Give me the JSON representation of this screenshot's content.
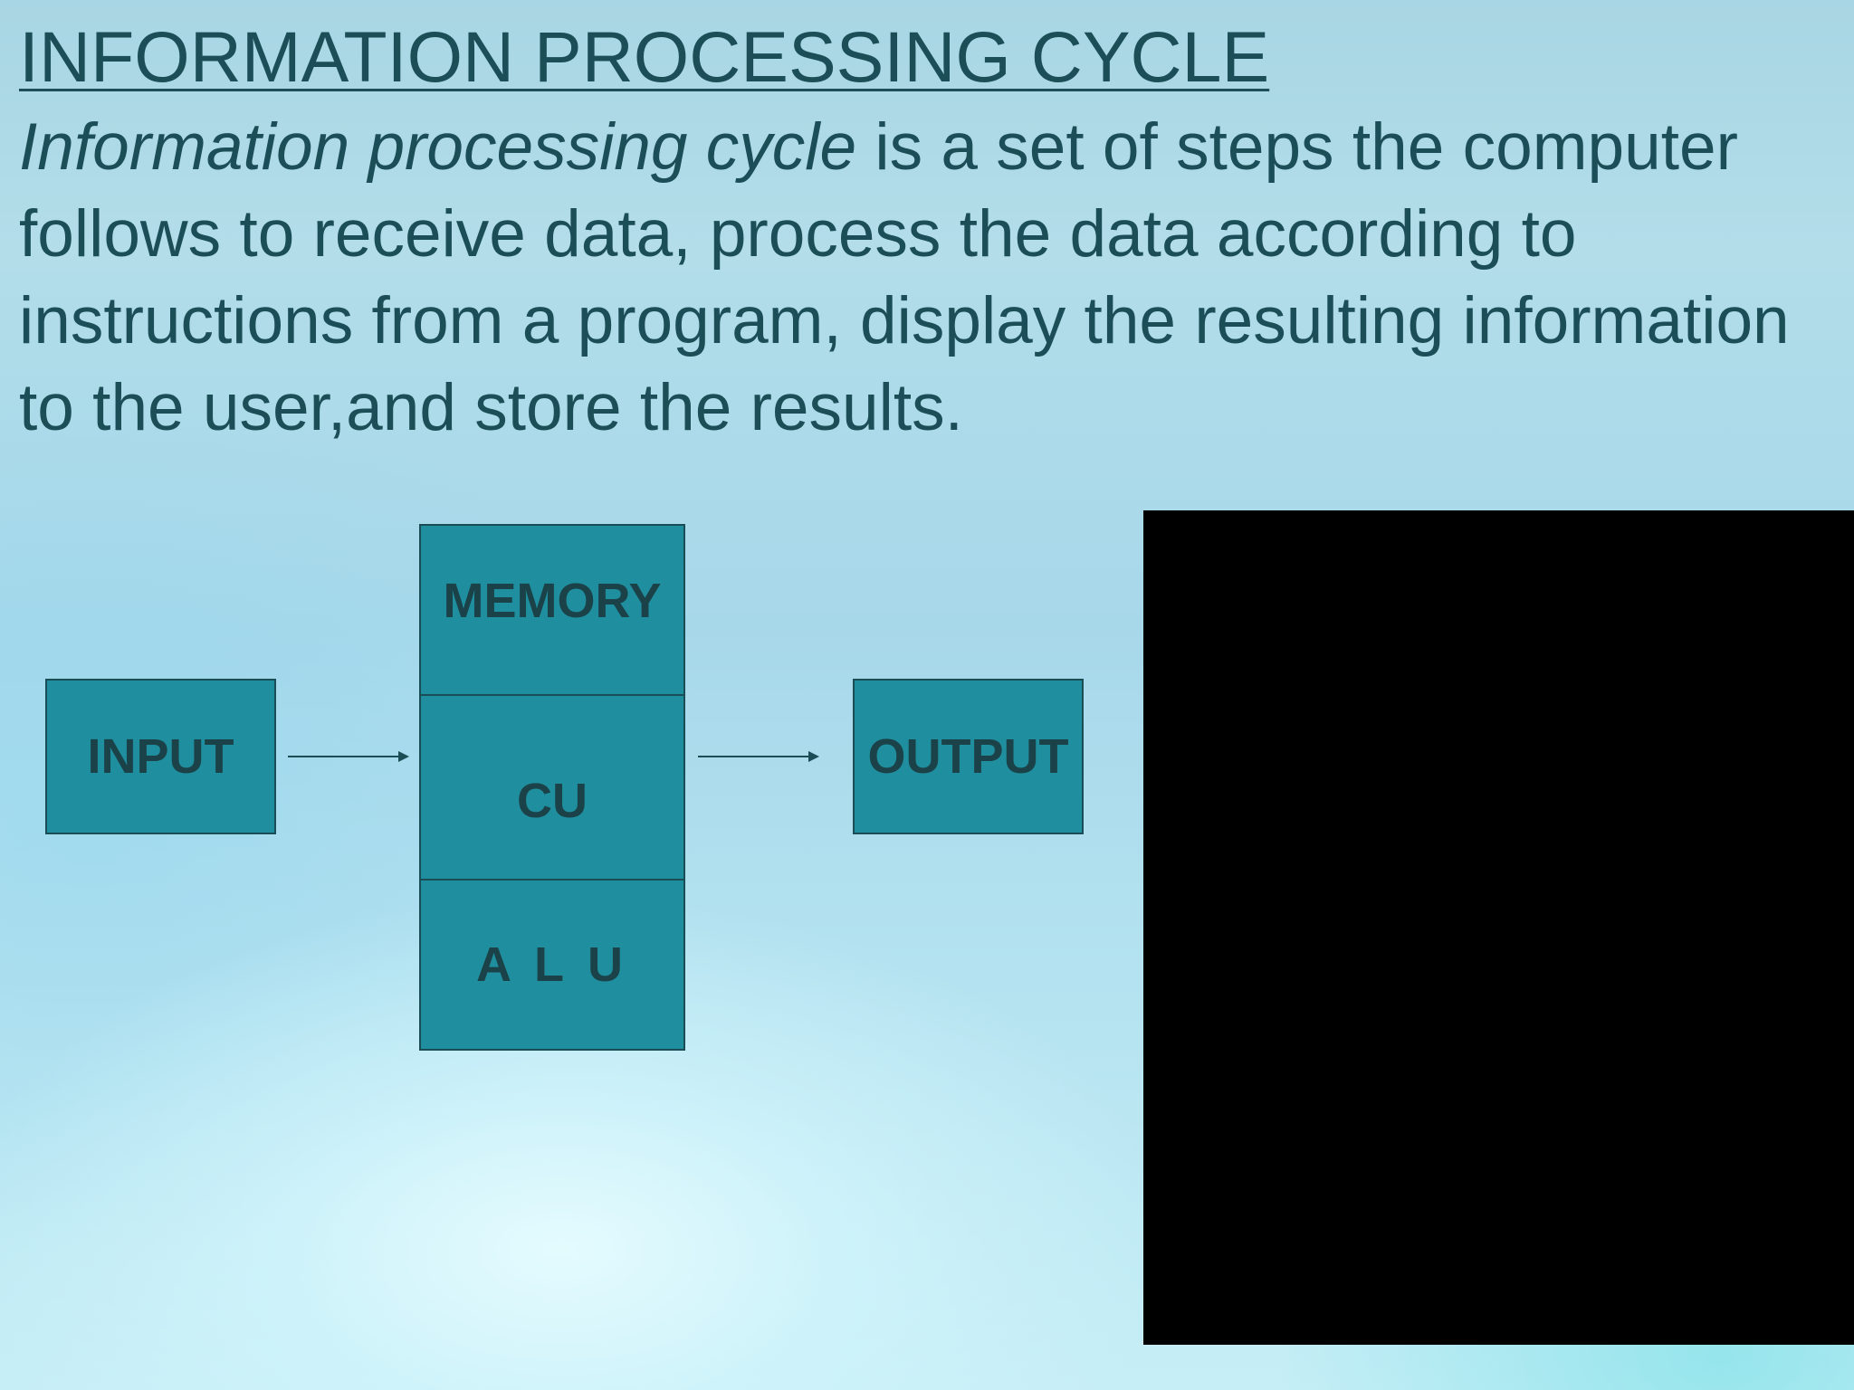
{
  "slide": {
    "title": "INFORMATION PROCESSING CYCLE",
    "definition_term": "Information processing cycle",
    "definition_rest": " is a set of steps the computer follows to receive data, process the data according to instructions from a program, display the resulting information to the user,and store the results."
  },
  "diagram": {
    "input": "INPUT",
    "memory": "MEMORY",
    "cu": "CU",
    "alu": "A L U",
    "output": "OUTPUT"
  },
  "colors": {
    "box_fill": "#1f8f9f",
    "box_border": "#1a4d55",
    "text": "#1b4e56",
    "media_block": "#000000"
  }
}
